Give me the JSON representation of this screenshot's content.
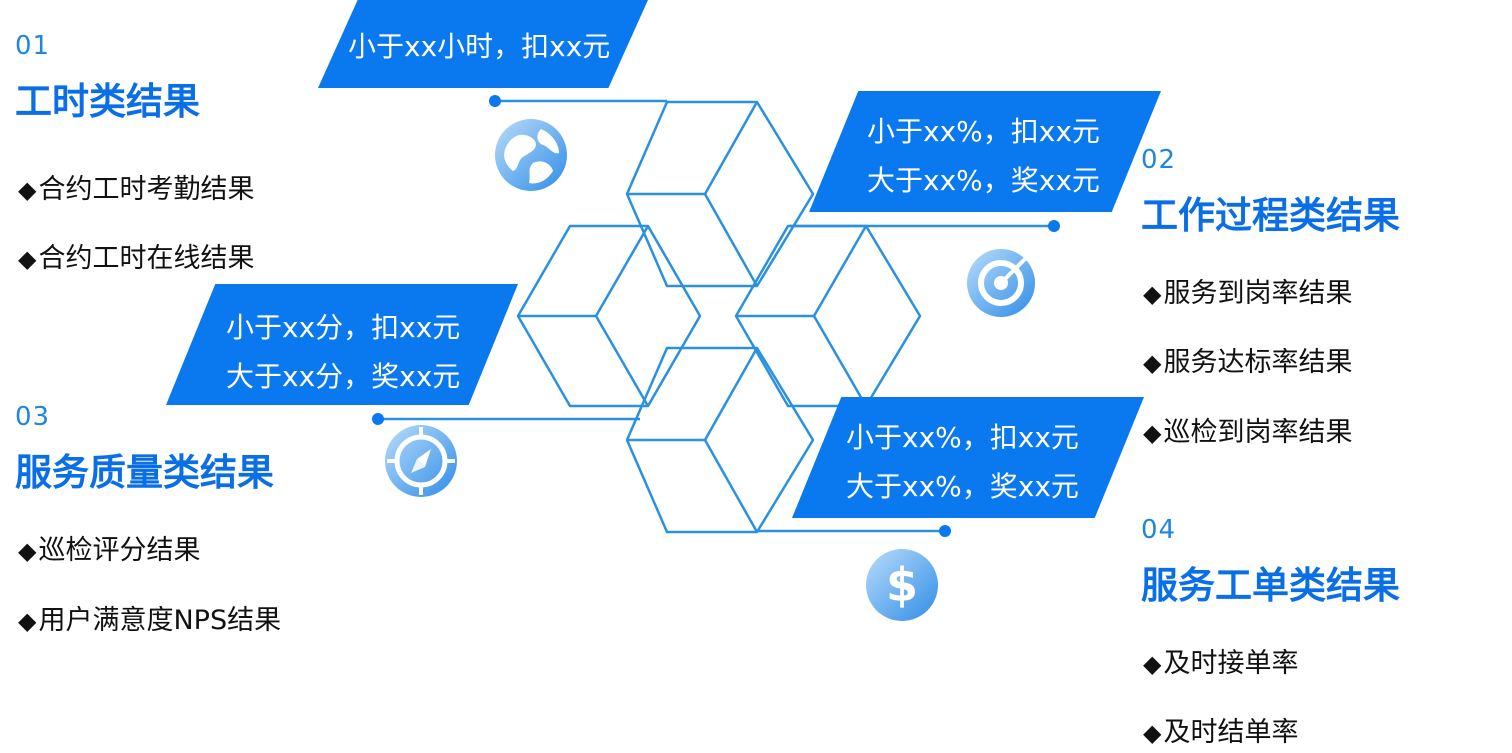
{
  "sections": [
    {
      "number": "01",
      "title": "工时类结果",
      "items": [
        "合约工时考勤结果",
        "合约工时在线结果"
      ],
      "banner": [
        "小于xx小时，扣xx元"
      ],
      "icon": "globe-icon"
    },
    {
      "number": "02",
      "title": "工作过程类结果",
      "items": [
        "服务到岗率结果",
        "服务达标率结果",
        "巡检到岗率结果"
      ],
      "banner": [
        "小于xx%，扣xx元",
        "大于xx%，奖xx元"
      ],
      "icon": "target-icon"
    },
    {
      "number": "03",
      "title": "服务质量类结果",
      "items": [
        "巡检评分结果",
        "用户满意度NPS结果"
      ],
      "banner": [
        "小于xx分，扣xx元",
        "大于xx分，奖xx元"
      ],
      "icon": "compass-icon"
    },
    {
      "number": "04",
      "title": "服务工单类结果",
      "items": [
        "及时接单率",
        "及时结单率"
      ],
      "banner": [
        "小于xx%，扣xx元",
        "大于xx%，奖xx元"
      ],
      "icon": "dollar-icon"
    }
  ],
  "bullet": "◆",
  "colors": {
    "accent": "#0a78ee",
    "title": "#0a6fe6",
    "number": "#1f86e0",
    "line": "#2a90e0"
  }
}
